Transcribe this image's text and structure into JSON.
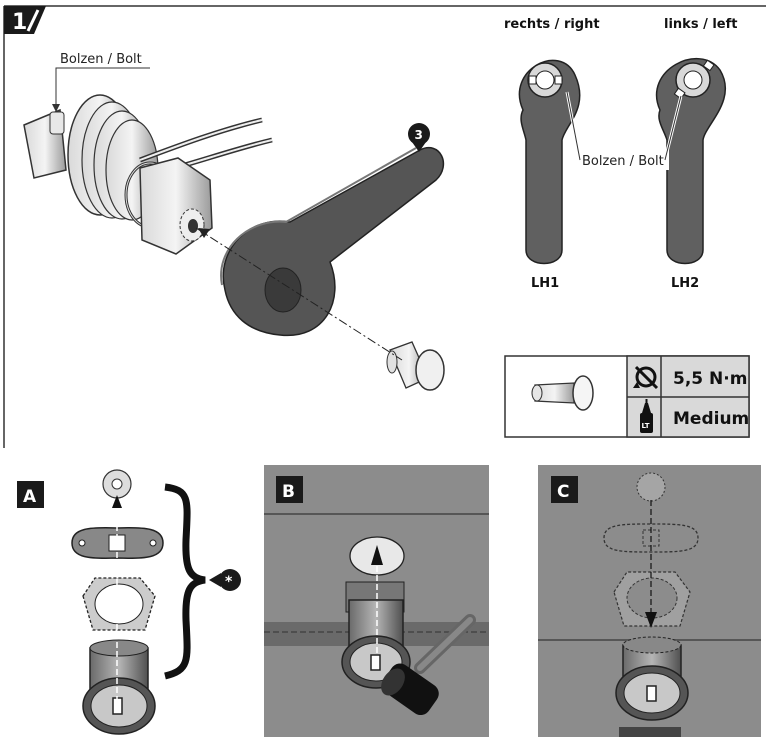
{
  "step": {
    "number": "1"
  },
  "main": {
    "bolt_label": "Bolzen / Bolt",
    "callout": "3"
  },
  "lever_options": {
    "right_title": "rechts / right",
    "left_title": "links / left",
    "bolt_label": "Bolzen / Bolt",
    "right_code": "LH1",
    "left_code": "LH2"
  },
  "spec_box": {
    "torque": "5,5 N·m",
    "threadlocker": "Medium",
    "threadlocker_icon_text": "LT",
    "torque_icon": "torque-wrench-icon"
  },
  "panels": {
    "a": {
      "label": "A",
      "callout": "*"
    },
    "b": {
      "label": "B"
    },
    "c": {
      "label": "C"
    }
  },
  "colors": {
    "panel_gray": "#8c8c8c",
    "part_dark": "#555555",
    "badge_black": "#1a1a1a"
  }
}
